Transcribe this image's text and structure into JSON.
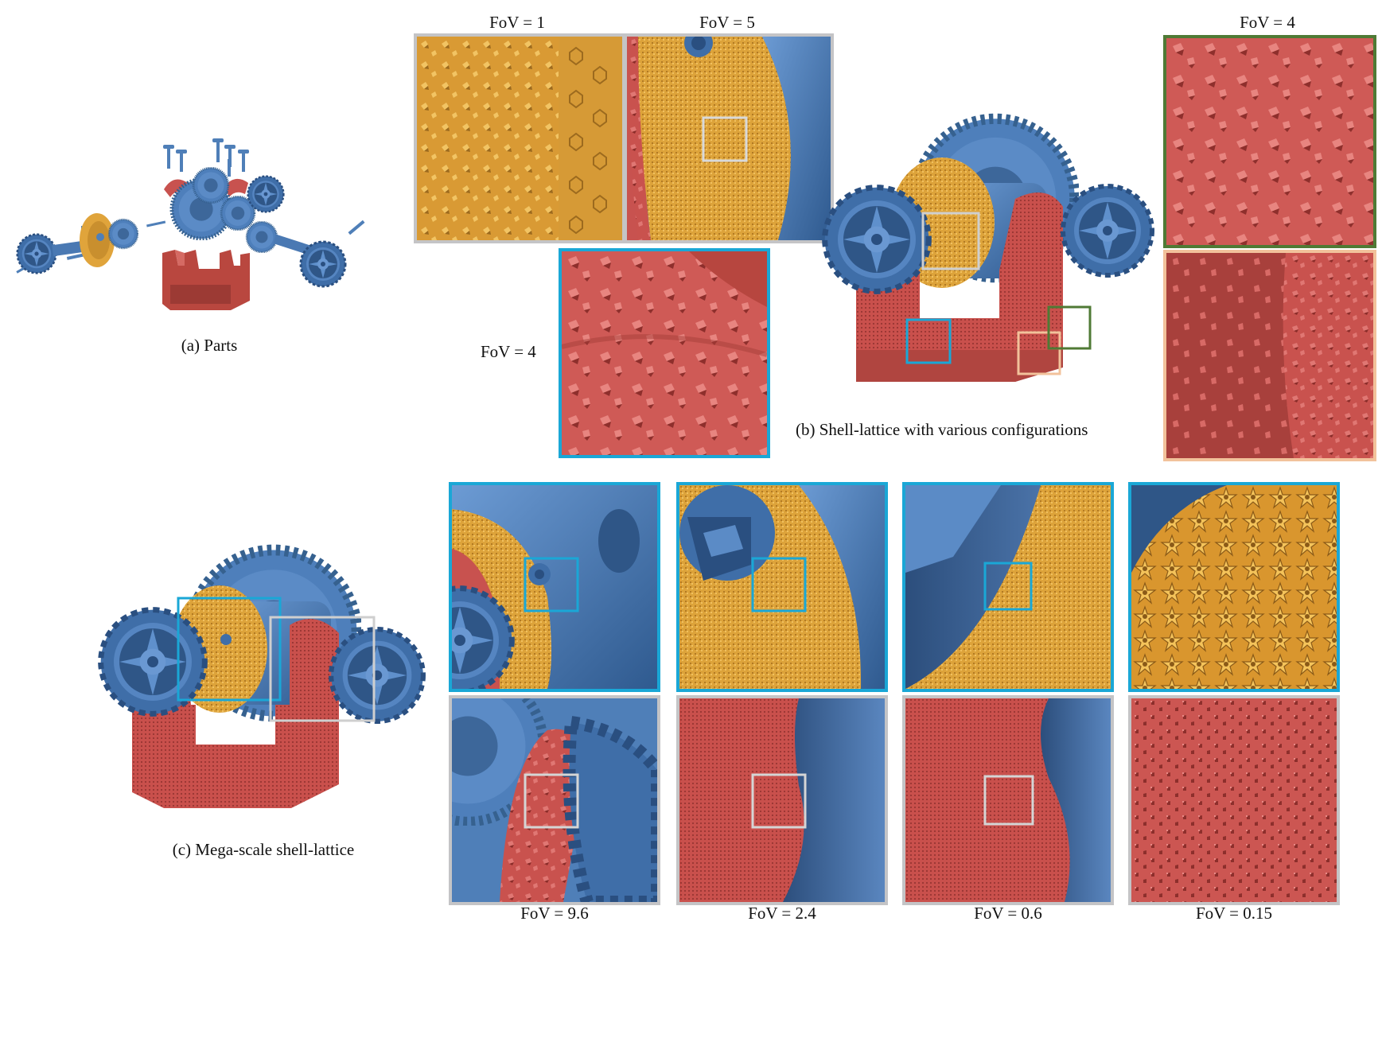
{
  "figure": {
    "captions": {
      "parts": "(a) Parts",
      "shell_lattice": "(b) Shell-lattice with various configurations",
      "mega_scale": "(c) Mega-scale shell-lattice"
    },
    "fov_labels": {
      "b_gold_closeup": "FoV = 1",
      "b_gold_overview": "FoV = 5",
      "b_red_closeup": "FoV = 4",
      "b_right_column": "FoV = 4",
      "c_col1": "FoV = 9.6",
      "c_col2": "FoV = 2.4",
      "c_col3": "FoV = 0.6",
      "c_col4": "FoV = 0.15"
    },
    "colors": {
      "gear_blue": "#4f7fb8",
      "lattice_gold": "#e0a43b",
      "lattice_red": "#c8524f",
      "frame_blue": "#1aa7d6",
      "frame_gray": "#c4c4c6",
      "frame_green": "#4f7a35",
      "frame_peach": "#f2c29b"
    }
  }
}
